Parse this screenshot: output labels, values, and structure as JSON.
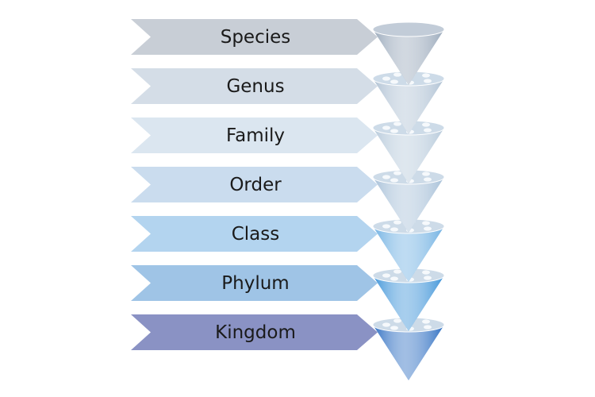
{
  "levels": [
    {
      "label": "Species",
      "color": "#c8ced6"
    },
    {
      "label": "Genus",
      "color": "#d4dde7"
    },
    {
      "label": "Family",
      "color": "#dbe6f0"
    },
    {
      "label": "Order",
      "color": "#cadcee"
    },
    {
      "label": "Class",
      "color": "#b3d4ef"
    },
    {
      "label": "Phylum",
      "color": "#9fc4e6"
    },
    {
      "label": "Kingdom",
      "color": "#8a92c4"
    }
  ],
  "cones": [
    {
      "color": "#9aa9bb"
    },
    {
      "color": "#b0c2d4"
    },
    {
      "color": "#b7cadb"
    },
    {
      "color": "#a7c0d8"
    },
    {
      "color": "#6fb0e2"
    },
    {
      "color": "#3d93d8"
    },
    {
      "color": "#2f6fc2"
    }
  ]
}
